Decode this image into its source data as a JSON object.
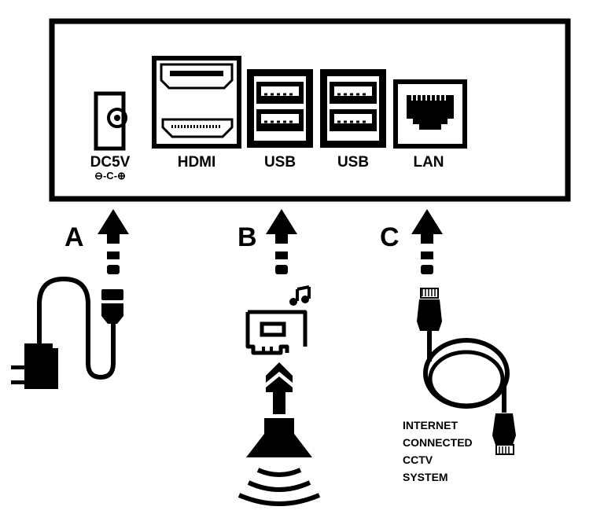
{
  "diagram": {
    "title": "Device rear panel connections",
    "ports": [
      {
        "id": "dc",
        "label": "DC5V",
        "polarity": "⊖-C-⊕"
      },
      {
        "id": "hdmi",
        "label": "HDMI"
      },
      {
        "id": "usb1",
        "label": "USB"
      },
      {
        "id": "usb2",
        "label": "USB"
      },
      {
        "id": "lan",
        "label": "LAN"
      }
    ],
    "connections": [
      {
        "letter": "A",
        "target": "DC5V",
        "device": "power-adapter-icon"
      },
      {
        "letter": "B",
        "target": "USB",
        "device": "usb-audio-card-icon"
      },
      {
        "letter": "C",
        "target": "LAN",
        "device": "ethernet-cable-icon"
      }
    ],
    "cctv_label": [
      "INTERNET",
      "CONNECTED",
      "CCTV",
      "SYSTEM"
    ],
    "colors": {
      "ink": "#000000",
      "background": "#ffffff"
    }
  }
}
